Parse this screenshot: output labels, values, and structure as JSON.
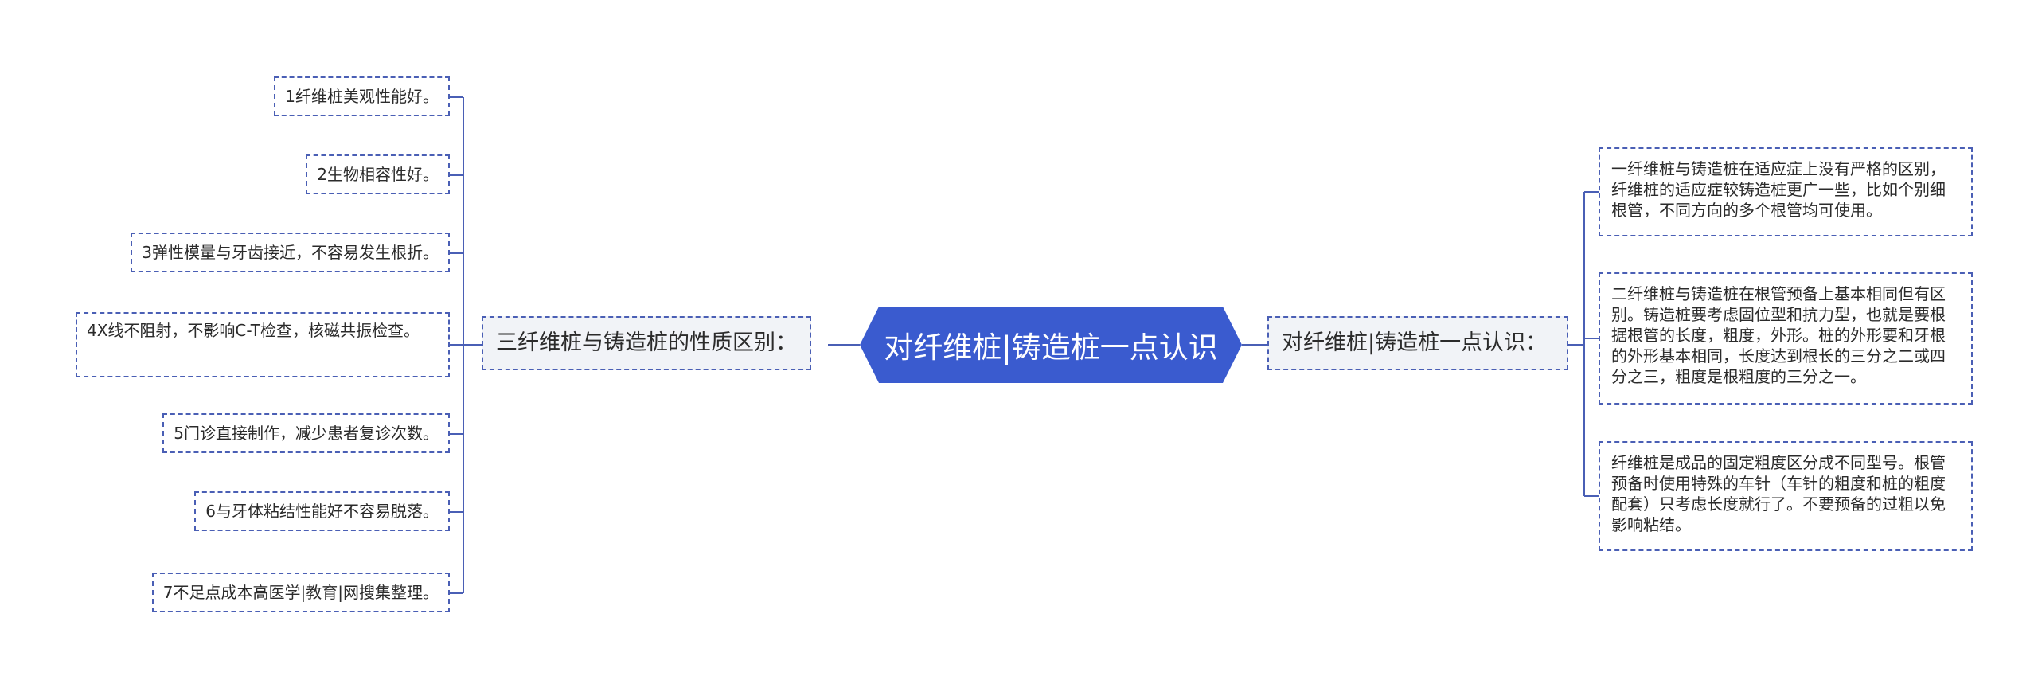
{
  "root": {
    "label": "对纤维桩|铸造桩一点认识"
  },
  "left_branch": {
    "label": "三纤维桩与铸造桩的性质区别：",
    "items": [
      "1纤维桩美观性能好。",
      "2生物相容性好。",
      "3弹性模量与牙齿接近，不容易发生根折。",
      "4X线不阻射，不影响C-T检查，核磁共振检查。",
      "5门诊直接制作，减少患者复诊次数。",
      "6与牙体粘结性能好不容易脱落。",
      "7不足点成本高医学|教育|网搜集整理。"
    ]
  },
  "right_branch": {
    "label": "对纤维桩|铸造桩一点认识：",
    "items": [
      "一纤维桩与铸造桩在适应症上没有严格的区别，纤维桩的适应症较铸造桩更广一些，比如个别细根管，不同方向的多个根管均可使用。",
      "二纤维桩与铸造桩在根管预备上基本相同但有区别。铸造桩要考虑固位型和抗力型，也就是要根据根管的长度，粗度，外形。桩的外形要和牙根的外形基本相同，长度达到根长的三分之二或四分之三，粗度是根粗度的三分之一。",
      "纤维桩是成品的固定粗度区分成不同型号。根管预备时使用特殊的车针（车针的粗度和桩的粗度配套）只考虑长度就行了。不要预备的过粗以免影响粘结。"
    ]
  },
  "colors": {
    "root_fill": "#3a5bcf",
    "connector": "#4a5fb5",
    "branch_fill": "#f1f3f7"
  }
}
